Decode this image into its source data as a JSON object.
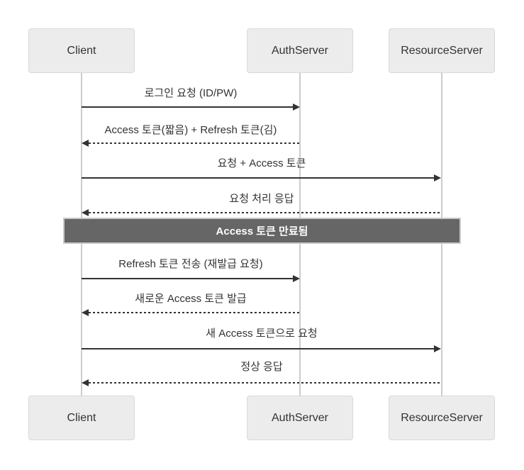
{
  "diagram": {
    "type": "sequence",
    "actors": [
      {
        "id": "client",
        "label": "Client"
      },
      {
        "id": "authserver",
        "label": "AuthServer"
      },
      {
        "id": "resourceserver",
        "label": "ResourceServer"
      }
    ],
    "messages": [
      {
        "from": "Client",
        "to": "AuthServer",
        "label": "로그인 요청 (ID/PW)",
        "line": "solid",
        "direction": "right"
      },
      {
        "from": "AuthServer",
        "to": "Client",
        "label": "Access 토큰(짧음) + Refresh 토큰(김)",
        "line": "dotted",
        "direction": "left"
      },
      {
        "from": "Client",
        "to": "ResourceServer",
        "label": "요청 + Access 토큰",
        "line": "solid",
        "direction": "right"
      },
      {
        "from": "ResourceServer",
        "to": "Client",
        "label": "요청 처리 응답",
        "line": "dotted",
        "direction": "left"
      },
      {
        "from": "Client",
        "to": "AuthServer",
        "label": "Refresh 토큰 전송 (재발급 요청)",
        "line": "solid",
        "direction": "right"
      },
      {
        "from": "AuthServer",
        "to": "Client",
        "label": "새로운 Access 토큰 발급",
        "line": "dotted",
        "direction": "left"
      },
      {
        "from": "Client",
        "to": "ResourceServer",
        "label": "새 Access 토큰으로 요청",
        "line": "solid",
        "direction": "right"
      },
      {
        "from": "ResourceServer",
        "to": "Client",
        "label": "정상 응답",
        "line": "dotted",
        "direction": "left"
      }
    ],
    "note": {
      "label": "Access 토큰 만료됨",
      "span": "Client to ResourceServer"
    },
    "colors": {
      "background": "#ffffff",
      "actor_fill": "#ececec",
      "actor_border": "#d9d9d9",
      "actor_text": "#333333",
      "lifeline": "#cccccc",
      "message_line": "#333333",
      "message_text": "#333333",
      "note_fill": "#666666",
      "note_border": "#c9c9c9",
      "note_text": "#ffffff"
    }
  }
}
